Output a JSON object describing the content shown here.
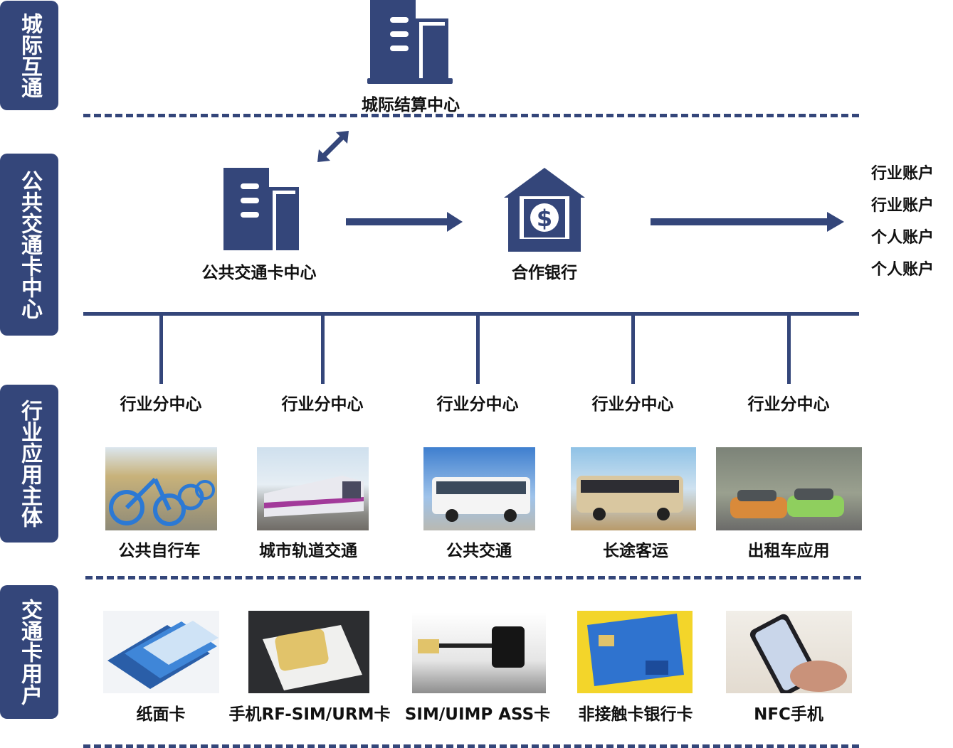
{
  "layers": {
    "intercity": "城际互通",
    "card_center": "公共交通卡中心",
    "industry": "行业应用主体",
    "users": "交通卡用户"
  },
  "nodes": {
    "settlement": "城际结算中心",
    "card_center": "公共交通卡中心",
    "bank": "合作银行"
  },
  "accounts": [
    "行业账户",
    "行业账户",
    "个人账户",
    "个人账户"
  ],
  "sub_centers": [
    "行业分中心",
    "行业分中心",
    "行业分中心",
    "行业分中心",
    "行业分中心"
  ],
  "applications": [
    "公共自行车",
    "城市轨道交通",
    "公共交通",
    "长途客运",
    "出租车应用"
  ],
  "card_types": [
    "纸面卡",
    "手机RF-SIM/URM卡",
    "SIM/UIMP ASS卡",
    "非接触卡银行卡",
    "NFC手机"
  ],
  "colors": {
    "primary": "#34467a"
  }
}
